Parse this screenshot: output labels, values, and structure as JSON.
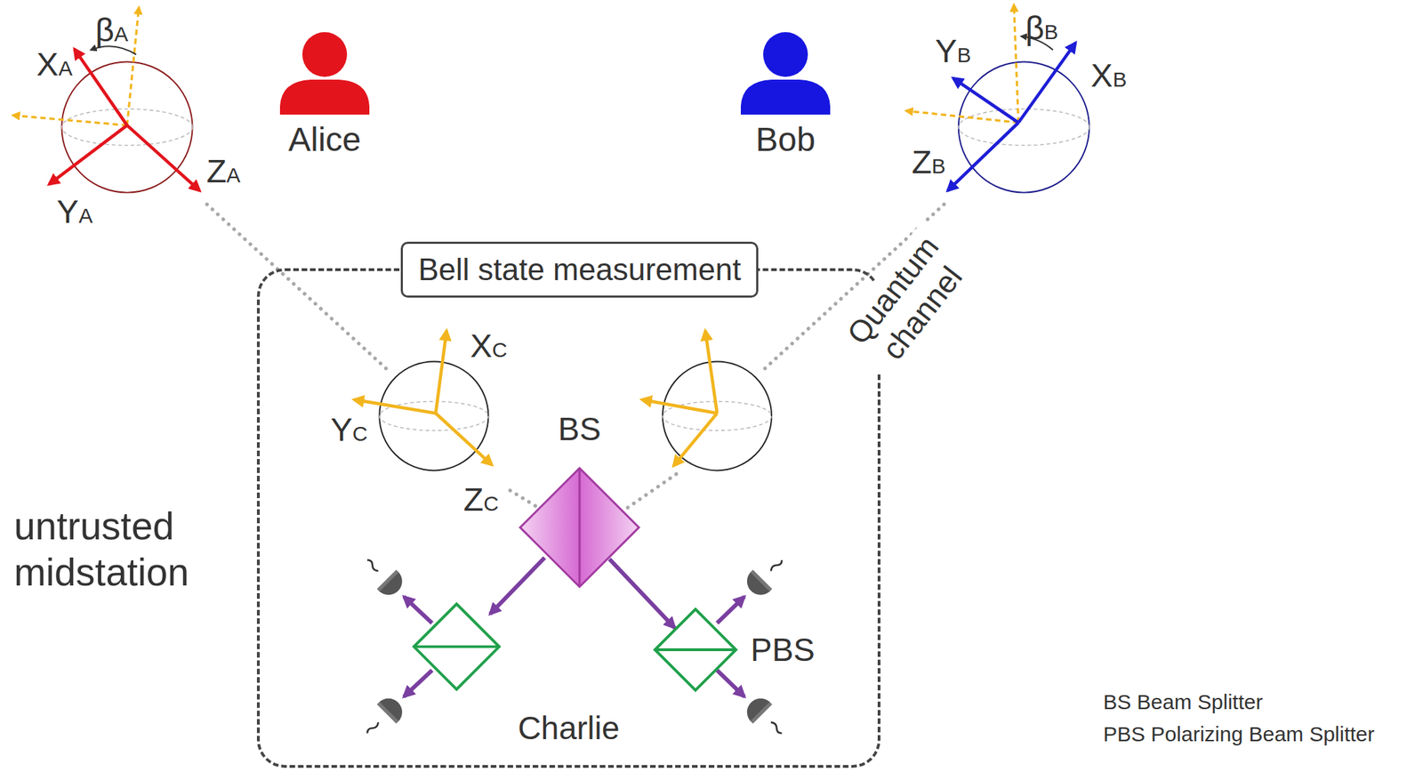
{
  "diagram": {
    "nodes": [
      {
        "text": [
          "Charlie"
        ]
      },
      {
        "text": [
          "Bell state measurement"
        ],
        "in": 0
      },
      {
        "text": [
          "BS"
        ],
        "in": 0
      },
      {
        "text": [
          "PBS"
        ],
        "in": 0
      },
      {
        "text": [
          "Alice"
        ]
      },
      {
        "text": [
          "Bob"
        ]
      }
    ],
    "edges": [
      {
        "from": 2,
        "to": 3,
        "arrow": "to"
      }
    ],
    "labels": [
      "XA",
      "βA",
      "ZA",
      "YA",
      "YB",
      "βB",
      "XB",
      "ZB",
      "XC",
      "YC",
      "ZC",
      "Quantum channel",
      "untrusted midstation",
      "BS Beam Splitter",
      "PBS Polarizing Beam Splitter"
    ]
  }
}
